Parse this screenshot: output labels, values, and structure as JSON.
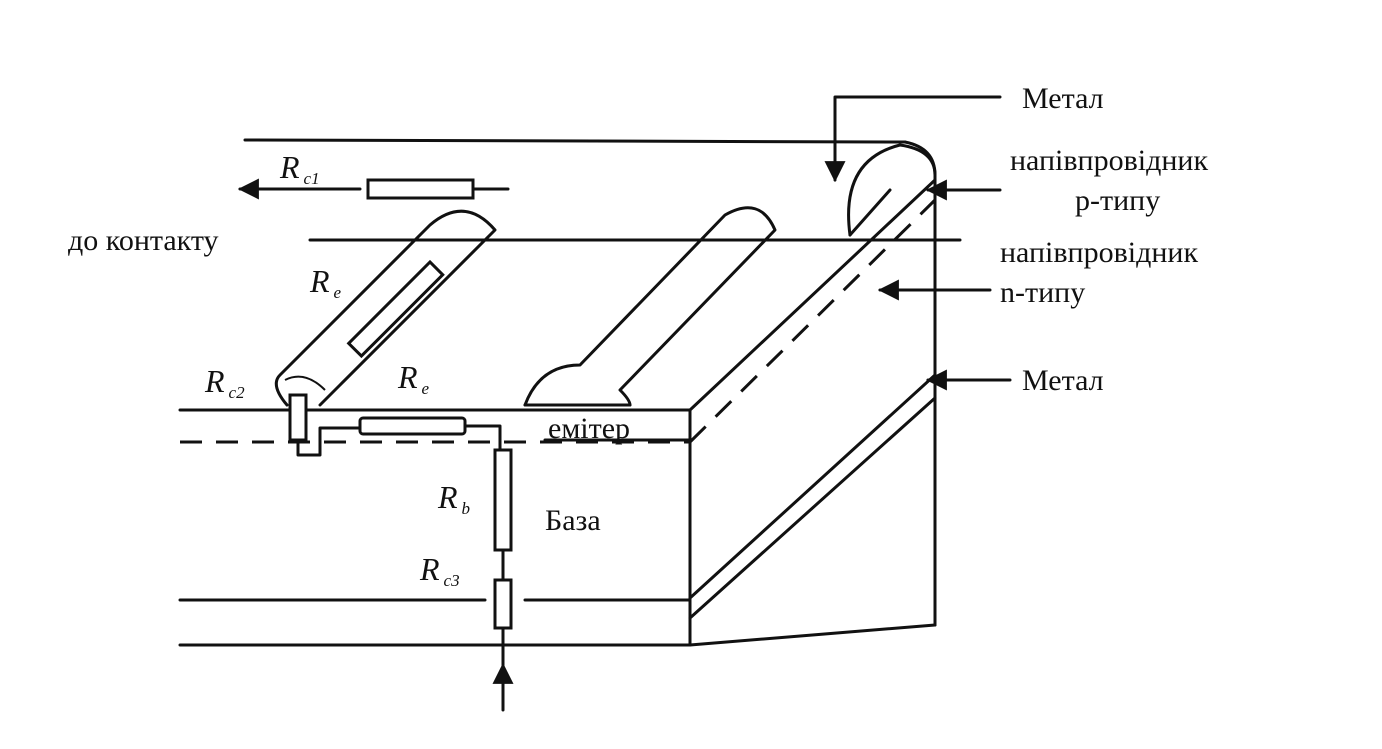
{
  "labels": {
    "metal_top": "Метал",
    "semi_p_line1": "напівпровідник",
    "semi_p_line2": "р-типу",
    "semi_n_line1": "напівпровідник",
    "semi_n_line2": "n-типу",
    "metal_bottom": "Метал",
    "to_contact": "до контакту",
    "emitter": "емітер",
    "base": "База"
  },
  "resistors": {
    "rc1": {
      "main": "R",
      "sub": "c1"
    },
    "re_tube": {
      "main": "R",
      "sub": "e"
    },
    "rc2": {
      "main": "R",
      "sub": "c2"
    },
    "re": {
      "main": "R",
      "sub": "e"
    },
    "rb": {
      "main": "R",
      "sub": "b"
    },
    "rc3": {
      "main": "R",
      "sub": "c3"
    }
  }
}
